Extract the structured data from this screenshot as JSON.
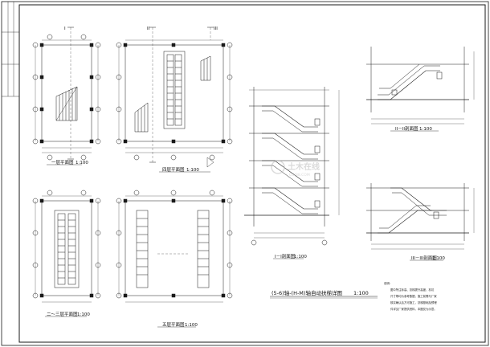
{
  "sheet": {
    "main_caption": "(5-6)轴-(H-M)轴自动扶梯详图",
    "main_scale": "1:100",
    "watermark": "土木在线",
    "watermark_sub": "COI88.COM",
    "colors": {
      "line": "#1a1a1a",
      "paper": "#ffffff",
      "watermark": "#bdbdbd"
    }
  },
  "plans": {
    "p1": {
      "caption": "一层平面图",
      "scale": "1:100",
      "section_mark": "I"
    },
    "p2": {
      "caption": "四层平面图",
      "scale": "1:100",
      "section_mark": "II",
      "section_mark_b": "III"
    },
    "p3": {
      "caption": "二～三层平面图",
      "scale": "1:100"
    },
    "p4": {
      "caption": "五层平面图",
      "scale": "1:100"
    }
  },
  "sections": {
    "s1": {
      "caption": "I－I剖面图",
      "scale": "1:100"
    },
    "s2": {
      "caption": "II－II剖面图",
      "scale": "1:100"
    },
    "s3": {
      "caption": "III－III剖面图",
      "scale": "1:100"
    }
  },
  "notes": {
    "label": "说明：",
    "lines": [
      "图中所注标高、扶梯提升高度、机坑",
      "尺寸等均为参考数据，施工前需与厂家",
      "核实确认后方可施工，扶梯基础及预埋",
      "件详见厂家提供资料，本图仅为示意。"
    ]
  }
}
